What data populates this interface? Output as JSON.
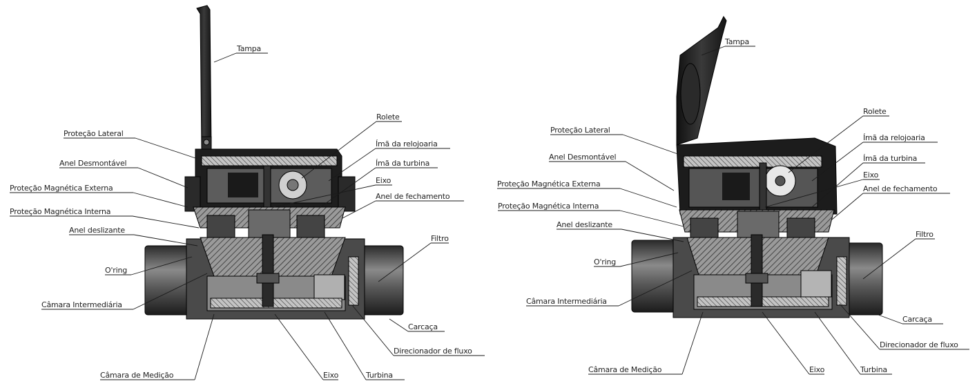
{
  "diagrams": [
    {
      "view": "left",
      "labels": {
        "tampa": "Tampa",
        "rolete": "Rolete",
        "protecao_lateral": "Proteção Lateral",
        "ima_relojoaria": "Ímã da relojoaria",
        "ima_turbina": "Ímã da turbina",
        "anel_desmontavel": "Anel Desmontável",
        "eixo_superior": "Eixo",
        "anel_fechamento": "Anel de fechamento",
        "protecao_magnetica_externa": "Proteção Magnética Externa",
        "protecao_magnetica_interna": "Proteção Magnética Interna",
        "anel_deslizante": "Anel deslizante",
        "filtro": "Filtro",
        "oring": "O'ring",
        "camara_intermediaria": "Câmara Intermediária",
        "carcaca": "Carcaça",
        "direcionador_fluxo": "Direcionador de fluxo",
        "camara_medicao": "Câmara de Medição",
        "eixo_inferior": "Eixo",
        "turbina": "Turbina"
      }
    },
    {
      "view": "right",
      "labels": {
        "tampa": "Tampa",
        "rolete": "Rolete",
        "protecao_lateral": "Proteção Lateral",
        "ima_relojoaria": "Ímã da relojoaria",
        "anel_desmontavel": "Anel Desmontável",
        "ima_turbina": "Ímã da turbina",
        "eixo_superior": "Eixo",
        "protecao_magnetica_externa": "Proteção Magnética Externa",
        "anel_fechamento": "Anel de fechamento",
        "protecao_magnetica_interna": "Proteção Magnética Interna",
        "anel_deslizante": "Anel deslizante",
        "filtro": "Filtro",
        "oring": "O'ring",
        "camara_intermediaria": "Câmara Intermediária",
        "carcaca": "Carcaça",
        "direcionador_fluxo": "Direcionador de fluxo",
        "camara_medicao": "Câmara de Medição",
        "eixo_inferior": "Eixo",
        "turbina": "Turbina"
      }
    }
  ],
  "colors": {
    "body_dark": "#1c1c1c",
    "body_mid": "#6e6e6e",
    "body_light": "#b8b8b8",
    "hatch": "#3a3a3a",
    "label_text": "#1e1e1e"
  }
}
